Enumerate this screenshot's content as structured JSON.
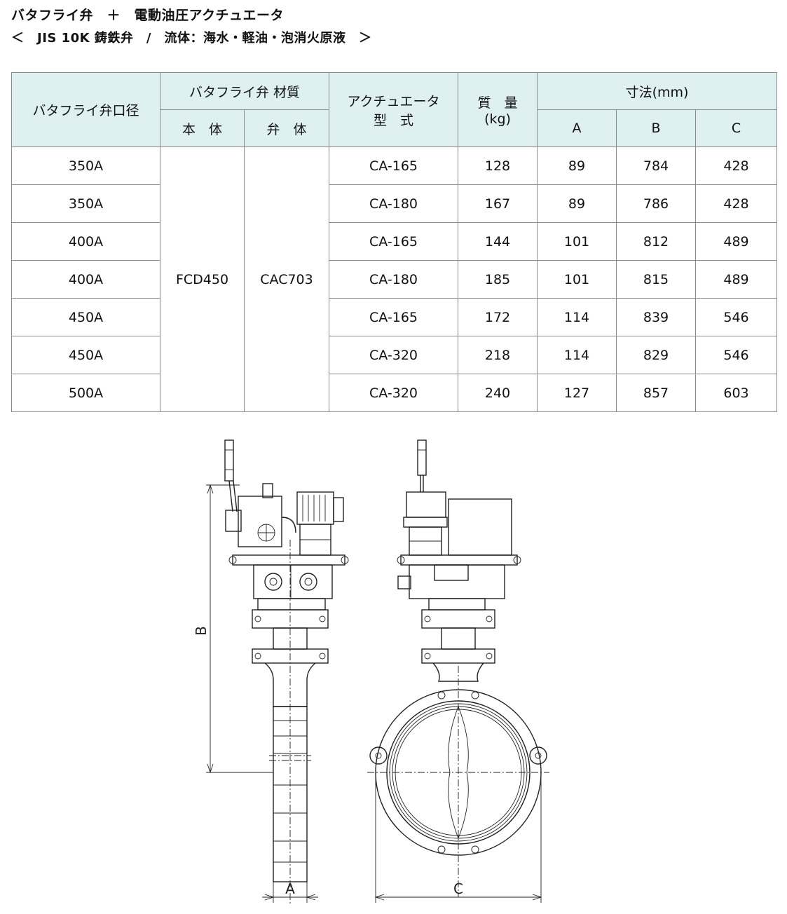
{
  "title": {
    "line1": "バタフライ弁　＋　電動油圧アクチュエータ",
    "line2": "＜　JIS 10K 鋳鉄弁　/　流体：海水・軽油・泡消火原液　＞"
  },
  "table": {
    "headers": {
      "size": "バタフライ弁口径",
      "material": "バタフライ弁 材質",
      "body": "本　体",
      "disc": "弁　体",
      "actuator_line1": "アクチュエータ",
      "actuator_line2": "型　式",
      "weight_line1": "質　量",
      "weight_line2": "(kg)",
      "dimensions": "寸法(mm)",
      "a": "A",
      "b": "B",
      "c": "C"
    },
    "body_material": "FCD450",
    "disc_material": "CAC703",
    "rows": [
      {
        "size": "350A",
        "actuator": "CA-165",
        "weight": "128",
        "a": "89",
        "b": "784",
        "c": "428"
      },
      {
        "size": "350A",
        "actuator": "CA-180",
        "weight": "167",
        "a": "89",
        "b": "786",
        "c": "428"
      },
      {
        "size": "400A",
        "actuator": "CA-165",
        "weight": "144",
        "a": "101",
        "b": "812",
        "c": "489"
      },
      {
        "size": "400A",
        "actuator": "CA-180",
        "weight": "185",
        "a": "101",
        "b": "815",
        "c": "489"
      },
      {
        "size": "450A",
        "actuator": "CA-165",
        "weight": "172",
        "a": "114",
        "b": "839",
        "c": "546"
      },
      {
        "size": "450A",
        "actuator": "CA-320",
        "weight": "218",
        "a": "114",
        "b": "829",
        "c": "546"
      },
      {
        "size": "500A",
        "actuator": "CA-320",
        "weight": "240",
        "a": "127",
        "b": "857",
        "c": "603"
      }
    ]
  },
  "drawing": {
    "label_a": "A",
    "label_b": "B",
    "label_c": "C"
  }
}
